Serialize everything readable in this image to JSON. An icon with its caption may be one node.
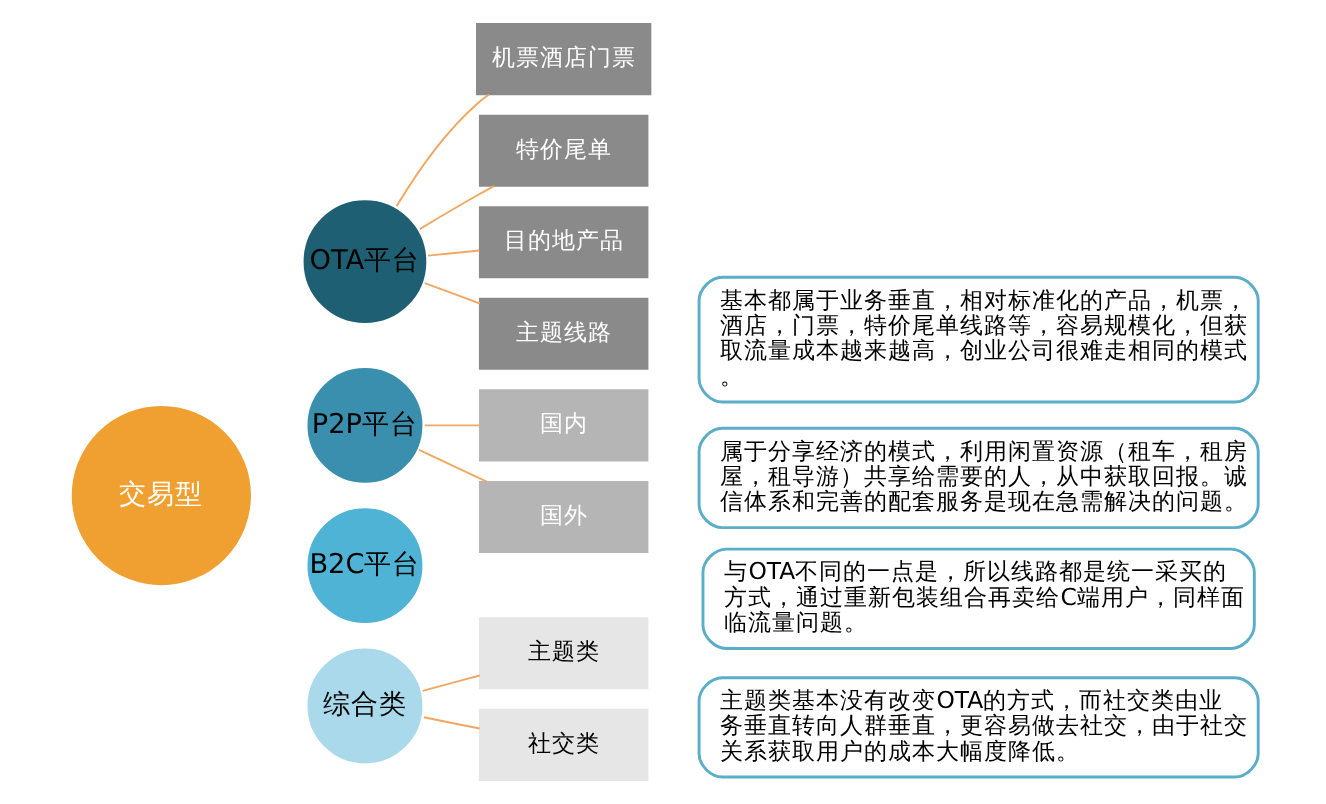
{
  "diagram": {
    "nodes": [
      {
        "text": [
          "交易型"
        ]
      },
      {
        "text": [
          "OTA平台"
        ]
      },
      {
        "text": [
          "机票酒店门票"
        ]
      },
      {
        "text": [
          "特价尾单"
        ]
      },
      {
        "text": [
          "目的地产品"
        ]
      },
      {
        "text": [
          "主题线路"
        ]
      },
      {
        "text": [
          "基本都属于业务垂直，相对标准化的产品，机票，酒店，门票，特价尾单线路等，容易规模化，但获取流量成本越来越高，创业公司很难走相同的模式。"
        ]
      },
      {
        "text": [
          "P2P平台"
        ]
      },
      {
        "text": [
          "国内"
        ]
      },
      {
        "text": [
          "国外"
        ]
      },
      {
        "text": [
          "属于分享经济的模式，利用闲置资源（租车，租房屋，租导游）共享给需要的人，从中获取回报。诚信体系和完善的配套服务是现在急需解决的问题。"
        ]
      },
      {
        "text": [
          "B2C平台"
        ]
      },
      {
        "text": [
          "与OTA不同的一点是，所以线路都是统一采买的方式，通过重新包装组合再卖给C端用户，同样面临流量问题。"
        ]
      },
      {
        "text": [
          "综合类"
        ]
      },
      {
        "text": [
          "主题类"
        ]
      },
      {
        "text": [
          "社交类"
        ]
      },
      {
        "text": [
          "主题类基本没有改变OTA的方式，而社交类由业务垂直转向人群垂直，更容易做去社交，由于社交关系获取用户的成本大幅度降低。"
        ]
      }
    ],
    "edges": [
      {
        "from": 1,
        "to": 2,
        "arrow": "none"
      },
      {
        "from": 1,
        "to": 3,
        "arrow": "none"
      },
      {
        "from": 1,
        "to": 4,
        "arrow": "none"
      },
      {
        "from": 1,
        "to": 5,
        "arrow": "none"
      },
      {
        "from": 7,
        "to": 8,
        "arrow": "none"
      },
      {
        "from": 7,
        "to": 9,
        "arrow": "none"
      },
      {
        "from": 13,
        "to": 14,
        "arrow": "none"
      },
      {
        "from": 13,
        "to": 15,
        "arrow": "none"
      }
    ]
  }
}
